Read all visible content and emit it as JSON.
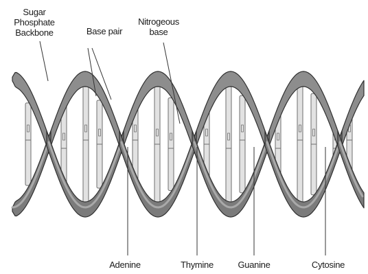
{
  "labels": {
    "backbone": "Sugar\nPhosphate\nBackbone",
    "base_pair": "Base pair",
    "nitrogenous_base": "Nitrogeous\nbase",
    "adenine": "Adenine",
    "thymine": "Thymine",
    "guanine": "Guanine",
    "cytosine": "Cytosine"
  },
  "colors": {
    "strand_fill": "#7b7b7b",
    "strand_outline": "#2f2f2f",
    "rung_fill": "#e2e2e2",
    "rung_outline": "#6e6e6e",
    "line": "#333333",
    "text": "#1a1a1a"
  }
}
